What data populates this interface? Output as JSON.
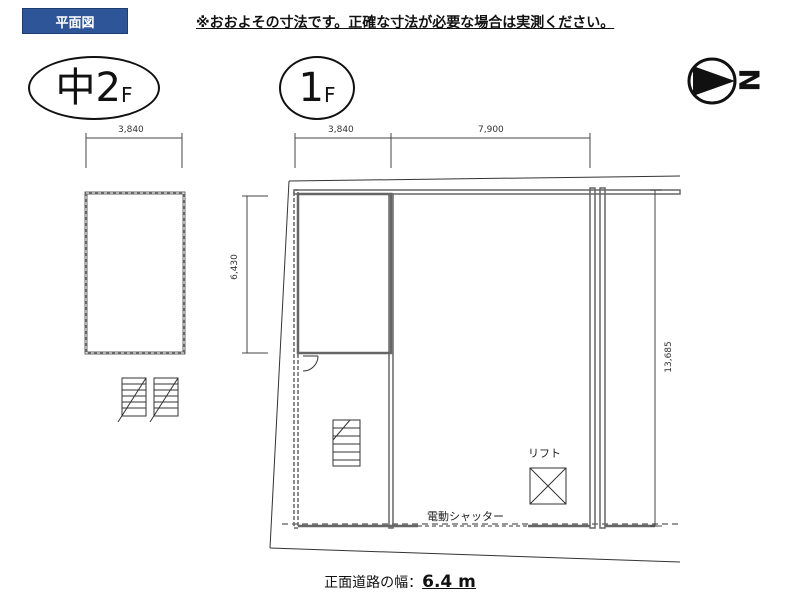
{
  "header": {
    "badge": "平面図",
    "notice": "※おおよその寸法です。正確な寸法が必要な場合は実測ください。"
  },
  "floors": {
    "mezzanine": {
      "main": "中2",
      "suffix": "F"
    },
    "first": {
      "main": "1",
      "suffix": "F"
    }
  },
  "compass": {
    "letter": "N",
    "icon": "north-arrow-icon"
  },
  "dimensions": {
    "mezz_width": "3,840",
    "first_width_left": "3,840",
    "first_width_right": "7,900",
    "mezz_depth": "6,430",
    "first_depth": "13,685"
  },
  "labels": {
    "lift": "リフト",
    "shutter": "電動シャッター"
  },
  "road": {
    "prefix": "正面道路の幅：",
    "value": "6.4 m"
  }
}
